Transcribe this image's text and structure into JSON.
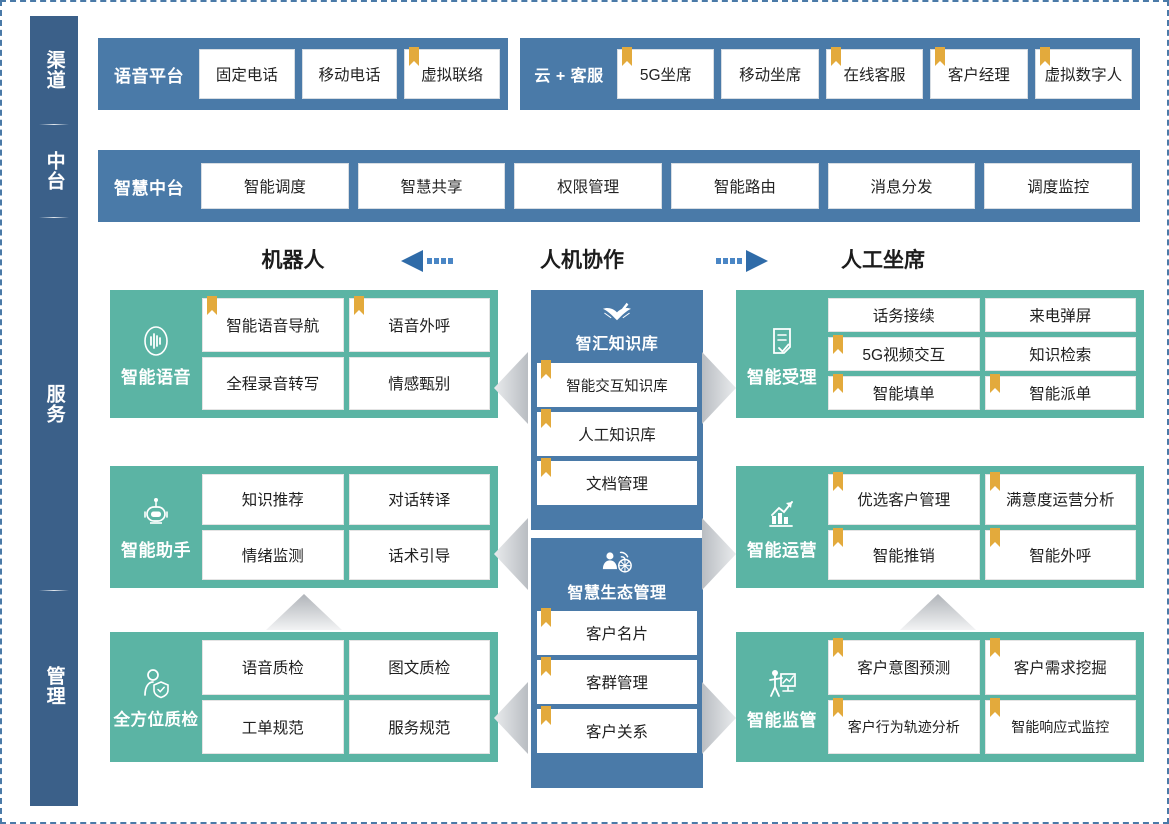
{
  "rail": {
    "channel": "渠道",
    "middle": "中台",
    "service": "服务",
    "manage": "管理"
  },
  "bands": {
    "channel": {
      "title": "语音平台",
      "chips": [
        {
          "label": "固定电话",
          "flag": false
        },
        {
          "label": "移动电话",
          "flag": false
        },
        {
          "label": "虚拟联络",
          "flag": true
        }
      ]
    },
    "cloud": {
      "title": "云 + 客服",
      "chips": [
        {
          "label": "5G坐席",
          "flag": true
        },
        {
          "label": "移动坐席",
          "flag": false
        },
        {
          "label": "在线客服",
          "flag": true
        },
        {
          "label": "客户经理",
          "flag": true
        },
        {
          "label": "虚拟数字人",
          "flag": true
        }
      ]
    },
    "middle": {
      "title": "智慧中台",
      "chips": [
        {
          "label": "智能调度",
          "flag": false
        },
        {
          "label": "智慧共享",
          "flag": false
        },
        {
          "label": "权限管理",
          "flag": false
        },
        {
          "label": "智能路由",
          "flag": false
        },
        {
          "label": "消息分发",
          "flag": false
        },
        {
          "label": "调度监控",
          "flag": false
        }
      ]
    }
  },
  "columns": {
    "robot_header": "机器人",
    "collab_header": "人机协作",
    "agent_header": "人工坐席"
  },
  "left_blocks": [
    {
      "label": "智能语音",
      "icon": "voice-wave-icon",
      "cells": [
        {
          "label": "智能语音导航",
          "flag": true
        },
        {
          "label": "语音外呼",
          "flag": true
        },
        {
          "label": "全程录音转写",
          "flag": false
        },
        {
          "label": "情感甄别",
          "flag": false
        }
      ]
    },
    {
      "label": "智能助手",
      "icon": "robot-icon",
      "cells": [
        {
          "label": "知识推荐",
          "flag": false
        },
        {
          "label": "对话转译",
          "flag": false
        },
        {
          "label": "情绪监测",
          "flag": false
        },
        {
          "label": "话术引导",
          "flag": false
        }
      ]
    },
    {
      "label": "全方位质检",
      "icon": "person-shield-icon",
      "cells": [
        {
          "label": "语音质检",
          "flag": false
        },
        {
          "label": "图文质检",
          "flag": false
        },
        {
          "label": "工单规范",
          "flag": false
        },
        {
          "label": "服务规范",
          "flag": false
        }
      ]
    }
  ],
  "center_blocks": [
    {
      "label": "智汇知识库",
      "icon": "open-book-icon",
      "items": [
        {
          "label": "智能交互知识库",
          "flag": true
        },
        {
          "label": "人工知识库",
          "flag": true
        },
        {
          "label": "文档管理",
          "flag": true
        }
      ]
    },
    {
      "label": "智慧生态管理",
      "icon": "person-network-icon",
      "items": [
        {
          "label": "客户名片",
          "flag": true
        },
        {
          "label": "客群管理",
          "flag": true
        },
        {
          "label": "客户关系",
          "flag": true
        }
      ]
    }
  ],
  "right_blocks": [
    {
      "label": "智能受理",
      "icon": "form-check-icon",
      "cells": [
        {
          "label": "话务接续",
          "flag": false
        },
        {
          "label": "来电弹屏",
          "flag": false
        },
        {
          "label": "5G视频交互",
          "flag": true
        },
        {
          "label": "知识检索",
          "flag": false
        },
        {
          "label": "智能填单",
          "flag": true
        },
        {
          "label": "智能派单",
          "flag": true
        }
      ]
    },
    {
      "label": "智能运营",
      "icon": "bar-chart-up-icon",
      "cells": [
        {
          "label": "优选客户管理",
          "flag": true
        },
        {
          "label": "满意度运营分析",
          "flag": true
        },
        {
          "label": "智能推销",
          "flag": true
        },
        {
          "label": "智能外呼",
          "flag": true
        }
      ]
    },
    {
      "label": "智能监管",
      "icon": "presenter-board-icon",
      "cells": [
        {
          "label": "客户意图预测",
          "flag": true
        },
        {
          "label": "客户需求挖掘",
          "flag": true
        },
        {
          "label": "客户行为轨迹分析",
          "flag": true
        },
        {
          "label": "智能响应式监控",
          "flag": true
        }
      ]
    }
  ],
  "colors": {
    "dark_blue": "#3b6089",
    "band_blue": "#4a7aa8",
    "teal": "#5bb4a4",
    "flag_gold": "#e3aa3c",
    "chevron_gray": "#c9ccd0"
  }
}
